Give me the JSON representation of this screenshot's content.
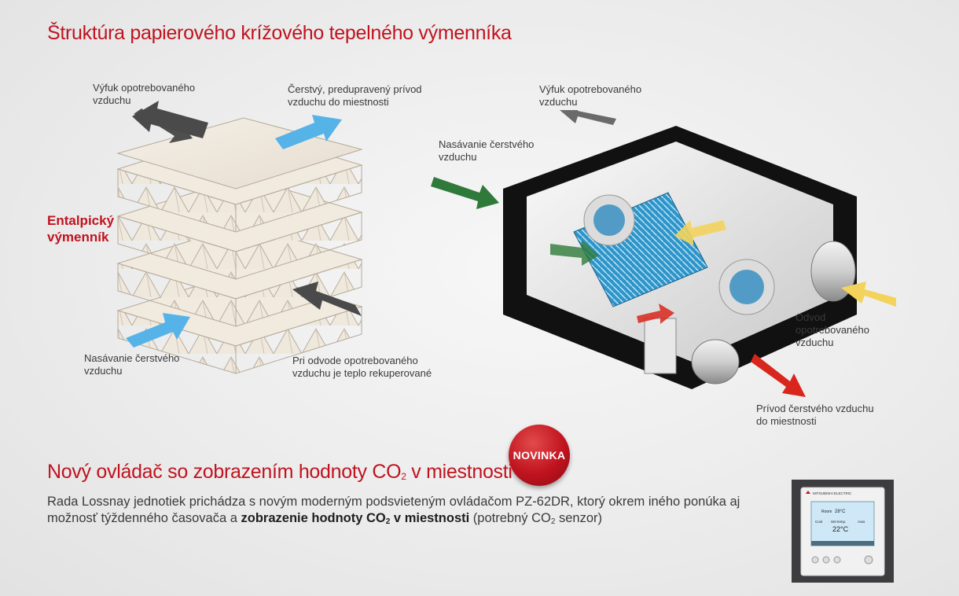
{
  "heading_structure": "Štruktúra papierového krížového tepelného výmenníka",
  "left_diagram": {
    "label_exhaust_out": "Výfuk opotrebovaného\nvzduchu",
    "label_fresh_in_room": "Čerstvý, predupravený prívod\nvzduchu do miestnosti",
    "label_enthalpy": "Entalpický\nvýmenník",
    "label_fresh_intake": "Nasávanie čerstvého\nvzduchu",
    "label_recovery": "Pri odvode opotrebovaného\nvzduchu je teplo rekuperované"
  },
  "right_diagram": {
    "label_exhaust_out": "Výfuk opotrebovaného\nvzduchu",
    "label_fresh_intake": "Nasávanie čerstvého\nvzduchu",
    "label_stale_return": "Odvod\nopotrebovaného\nvzduchu",
    "label_supply": "Prívod čerstvého vzduchu\ndo miestnosti"
  },
  "badge": "NOVINKA",
  "heading_controller": {
    "pre": "Nový ovládač so zobrazením hodnoty CO",
    "sub": "2",
    "post": " v miestnosti"
  },
  "paragraph": {
    "part1": "Rada Lossnay jednotiek prichádza s novým moderným podsvieteným ovládačom PZ-62DR, ktorý okrem iného ponúka aj možnosť týždenného časovača a ",
    "bold_pre": "zobrazenie hodnoty CO",
    "bold_sub": "2",
    "bold_post": " v miestnosti",
    "part2": " (potrebný CO",
    "part2_sub": "2",
    "part3": " senzor)"
  },
  "controller": {
    "brand": "MITSUBISHI ELECTRIC",
    "room_label": "Room",
    "room_temp": "28°C",
    "set_label": "Set temp.",
    "set_temp": "22°C",
    "left_label": "Cool",
    "right_label": "Auto"
  },
  "colors": {
    "accent_red": "#c0131f",
    "arrow_gray": "#555555",
    "arrow_blue": "#4bb0e6",
    "arrow_green": "#2f7a3a",
    "arrow_yellow": "#f3d35c",
    "arrow_red": "#d8261c"
  }
}
